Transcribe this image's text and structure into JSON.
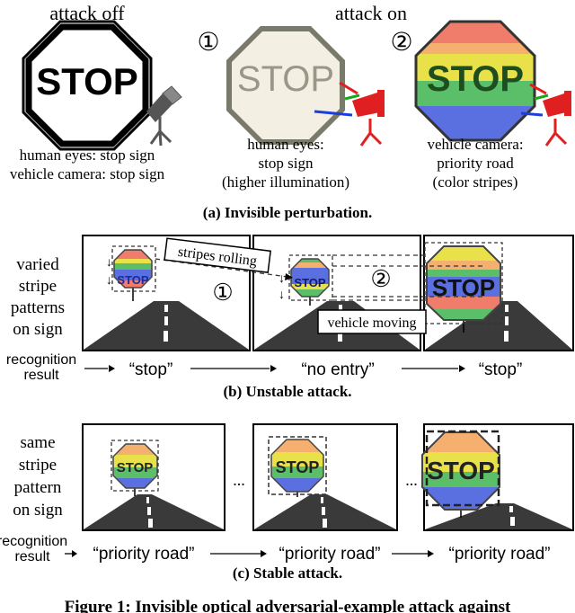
{
  "panel_a": {
    "header_off": "attack off",
    "header_on": "attack on",
    "num_1": "①",
    "num_2": "②",
    "stop_text": "STOP",
    "caption_off": [
      "human eyes: stop sign",
      "vehicle camera: stop sign"
    ],
    "caption_1": [
      "human eyes:",
      "stop sign",
      "(higher illumination)"
    ],
    "caption_2": [
      "vehicle camera:",
      "priority road",
      "(color stripes)"
    ],
    "subcaption": "(a) Invisible perturbation."
  },
  "panel_b": {
    "side_label": [
      "varied",
      "stripe",
      "patterns",
      "on sign"
    ],
    "stripes_rolling": "stripes rolling",
    "vehicle_moving": "vehicle moving",
    "num_1": "①",
    "num_2": "②",
    "stop_text": "STOP",
    "recognition_label": [
      "recognition",
      "result"
    ],
    "results": [
      "“stop”",
      "“no entry”",
      "“stop”"
    ],
    "subcaption": "(b) Unstable attack."
  },
  "panel_c": {
    "side_label": [
      "same",
      "stripe",
      "pattern",
      "on sign"
    ],
    "ellipsis": "...",
    "stop_text": "STOP",
    "recognition_label": [
      "recognition",
      "result"
    ],
    "results": [
      "“priority road”",
      "“priority road”",
      "“priority road”"
    ],
    "subcaption": "(c) Stable attack."
  },
  "figure_caption": "Figure 1: Invisible optical adversarial-example attack against",
  "colors": {
    "red": "#f07c6c",
    "orange": "#f5b070",
    "yellow": "#e8e14a",
    "green": "#5bbf6a",
    "blue": "#5a6fe0",
    "road": "#3a3a3a",
    "sign_bright": "#f3efe3",
    "laser_red": "#e02020",
    "beam_green": "#1aa81a",
    "beam_blue": "#1a3ee0"
  }
}
